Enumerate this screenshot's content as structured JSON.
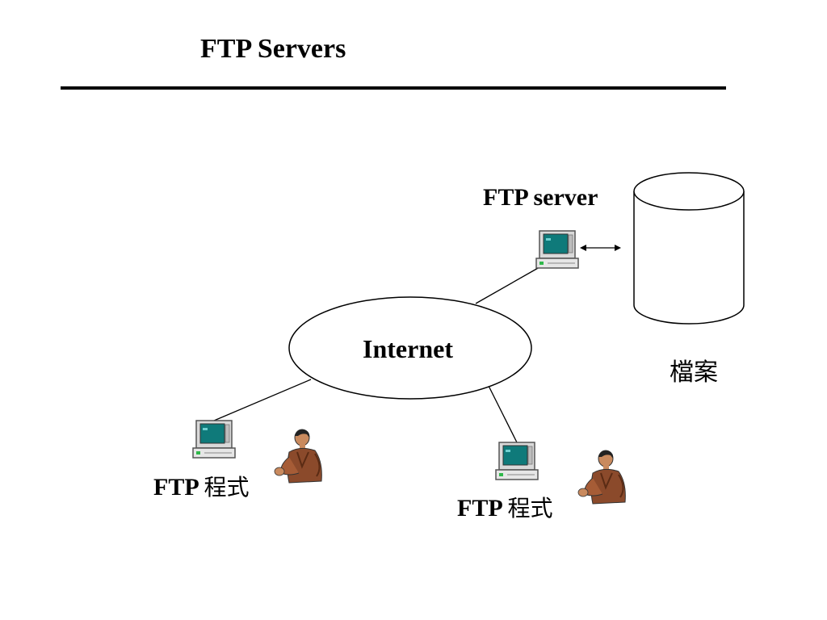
{
  "title": "FTP Servers",
  "nodes": {
    "internet": "Internet",
    "server": "FTP server",
    "files": "檔案",
    "client_left": {
      "prefix": "FTP",
      "suffix": "程式"
    },
    "client_right": {
      "prefix": "FTP",
      "suffix": "程式"
    }
  },
  "icons": {
    "computer": "computer-icon",
    "user": "person-icon",
    "storage": "database-cylinder-icon"
  },
  "colors": {
    "screen": "#0f7a7a",
    "computer_body": "#d9d9d9",
    "person_skin": "#c98a5e",
    "person_shirt": "#8b4a2b"
  }
}
